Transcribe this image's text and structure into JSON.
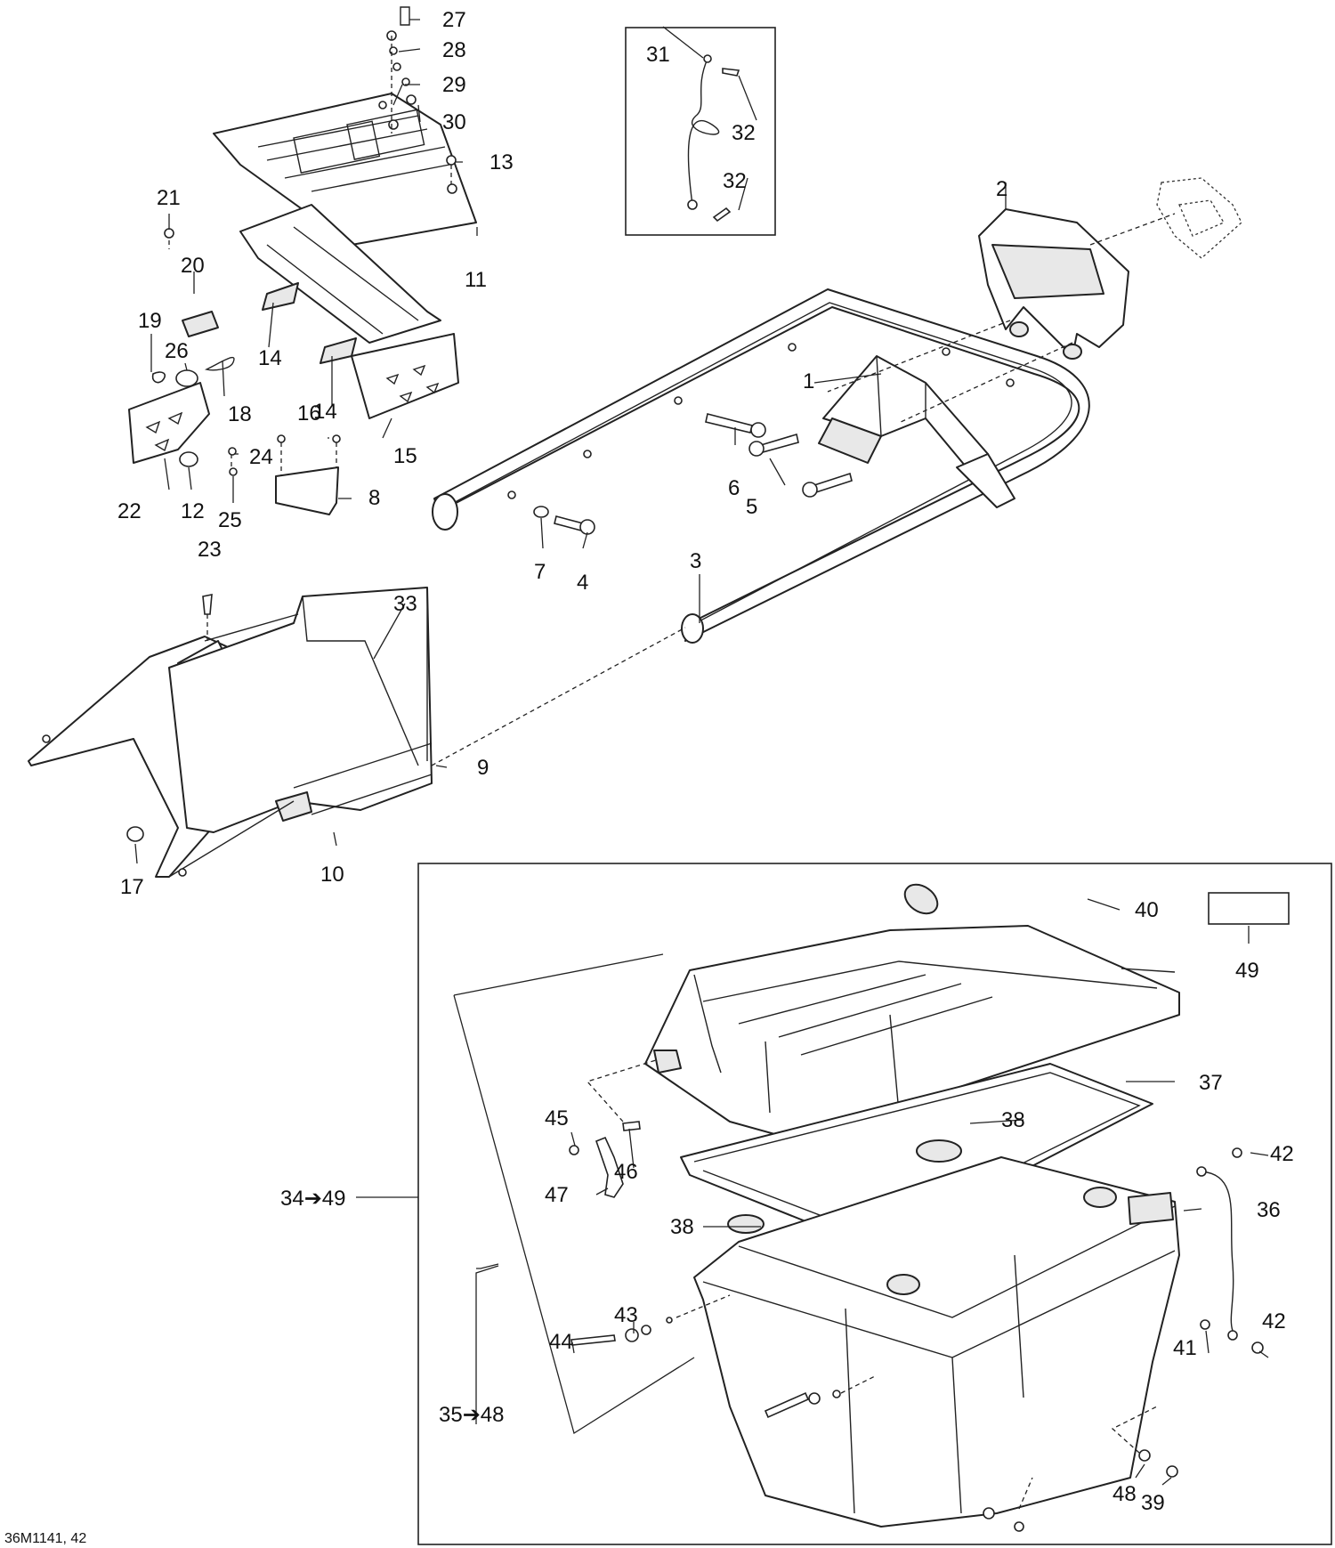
{
  "diagram": {
    "callouts": [
      {
        "id": "c1",
        "text": "1"
      },
      {
        "id": "c2",
        "text": "2"
      },
      {
        "id": "c3",
        "text": "3"
      },
      {
        "id": "c4",
        "text": "4"
      },
      {
        "id": "c5",
        "text": "5"
      },
      {
        "id": "c6",
        "text": "6"
      },
      {
        "id": "c7",
        "text": "7"
      },
      {
        "id": "c8",
        "text": "8"
      },
      {
        "id": "c9",
        "text": "9"
      },
      {
        "id": "c10",
        "text": "10"
      },
      {
        "id": "c11",
        "text": "11"
      },
      {
        "id": "c12",
        "text": "12"
      },
      {
        "id": "c13",
        "text": "13"
      },
      {
        "id": "c14a",
        "text": "14"
      },
      {
        "id": "c14b",
        "text": "14"
      },
      {
        "id": "c15",
        "text": "15"
      },
      {
        "id": "c16",
        "text": "16"
      },
      {
        "id": "c17",
        "text": "17"
      },
      {
        "id": "c18",
        "text": "18"
      },
      {
        "id": "c19",
        "text": "19"
      },
      {
        "id": "c20",
        "text": "20"
      },
      {
        "id": "c21",
        "text": "21"
      },
      {
        "id": "c22",
        "text": "22"
      },
      {
        "id": "c23",
        "text": "23"
      },
      {
        "id": "c24",
        "text": "24"
      },
      {
        "id": "c25",
        "text": "25"
      },
      {
        "id": "c26",
        "text": "26"
      },
      {
        "id": "c27",
        "text": "27"
      },
      {
        "id": "c28",
        "text": "28"
      },
      {
        "id": "c29",
        "text": "29"
      },
      {
        "id": "c30",
        "text": "30"
      },
      {
        "id": "c31",
        "text": "31"
      },
      {
        "id": "c32a",
        "text": "32"
      },
      {
        "id": "c32b",
        "text": "32"
      },
      {
        "id": "c33",
        "text": "33"
      },
      {
        "id": "c36",
        "text": "36"
      },
      {
        "id": "c37",
        "text": "37"
      },
      {
        "id": "c38a",
        "text": "38"
      },
      {
        "id": "c38b",
        "text": "38"
      },
      {
        "id": "c39",
        "text": "39"
      },
      {
        "id": "c40",
        "text": "40"
      },
      {
        "id": "c41",
        "text": "41"
      },
      {
        "id": "c42a",
        "text": "42"
      },
      {
        "id": "c42b",
        "text": "42"
      },
      {
        "id": "c43",
        "text": "43"
      },
      {
        "id": "c44",
        "text": "44"
      },
      {
        "id": "c45",
        "text": "45"
      },
      {
        "id": "c46",
        "text": "46"
      },
      {
        "id": "c47",
        "text": "47"
      },
      {
        "id": "c48",
        "text": "48"
      },
      {
        "id": "c49",
        "text": "49"
      }
    ],
    "ranges": [
      {
        "id": "r34",
        "text": "34➔49"
      },
      {
        "id": "r35",
        "text": "35➔48"
      }
    ],
    "reference": "36M1141, 42"
  }
}
